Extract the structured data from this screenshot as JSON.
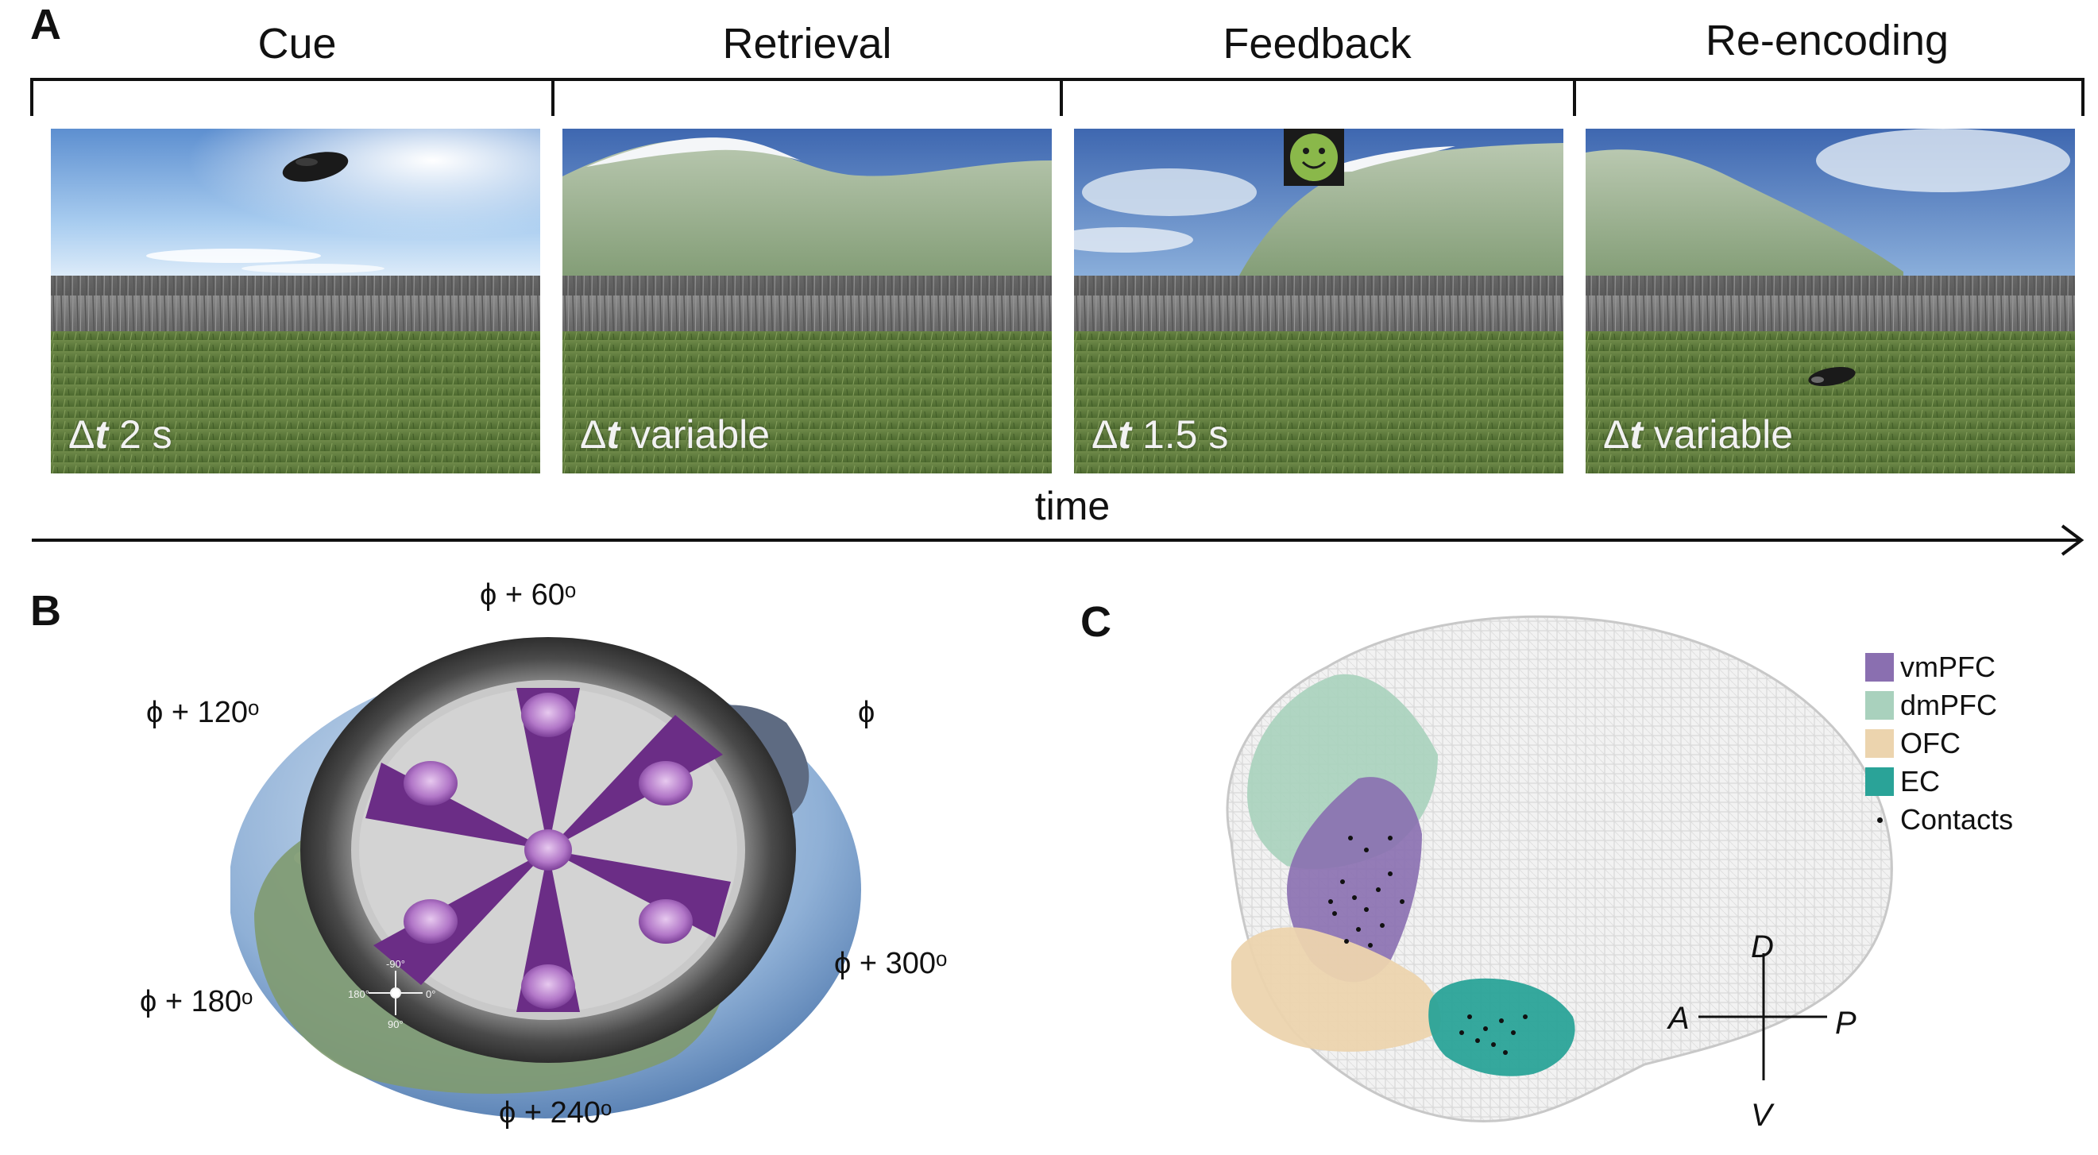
{
  "panel_a": {
    "label": "A",
    "phases": [
      {
        "title": "Cue",
        "duration_prefix": "Δ",
        "duration_var": "t",
        "duration_value": " 2 s"
      },
      {
        "title": "Retrieval",
        "duration_prefix": "Δ",
        "duration_var": "t",
        "duration_value": "  variable"
      },
      {
        "title": "Feedback",
        "duration_prefix": "Δ",
        "duration_var": "t",
        "duration_value": " 1.5 s"
      },
      {
        "title": "Re-encoding",
        "duration_prefix": "Δ",
        "duration_var": "t",
        "duration_value": "  variable"
      }
    ],
    "time_label": "time"
  },
  "panel_b": {
    "label": "B",
    "angles": {
      "phi": "ϕ",
      "phi_60": "ϕ + 60ᵒ",
      "phi_120": "ϕ + 120ᵒ",
      "phi_180": "ϕ + 180ᵒ",
      "phi_240": "ϕ + 240ᵒ",
      "phi_300": "ϕ + 300ᵒ"
    },
    "compass": {
      "top": "-90°",
      "left": "180°",
      "right": "0°",
      "bottom": "90°"
    }
  },
  "panel_c": {
    "label": "C",
    "legend": [
      {
        "name": "vmPFC",
        "color": "#8a6fb0"
      },
      {
        "name": "dmPFC",
        "color": "#a9d1bd"
      },
      {
        "name": "OFC",
        "color": "#ecd4ae"
      },
      {
        "name": "EC",
        "color": "#2aa398"
      }
    ],
    "contacts_label": "Contacts",
    "axes": {
      "dorsal": "D",
      "ventral": "V",
      "anterior": "A",
      "posterior": "P"
    }
  }
}
